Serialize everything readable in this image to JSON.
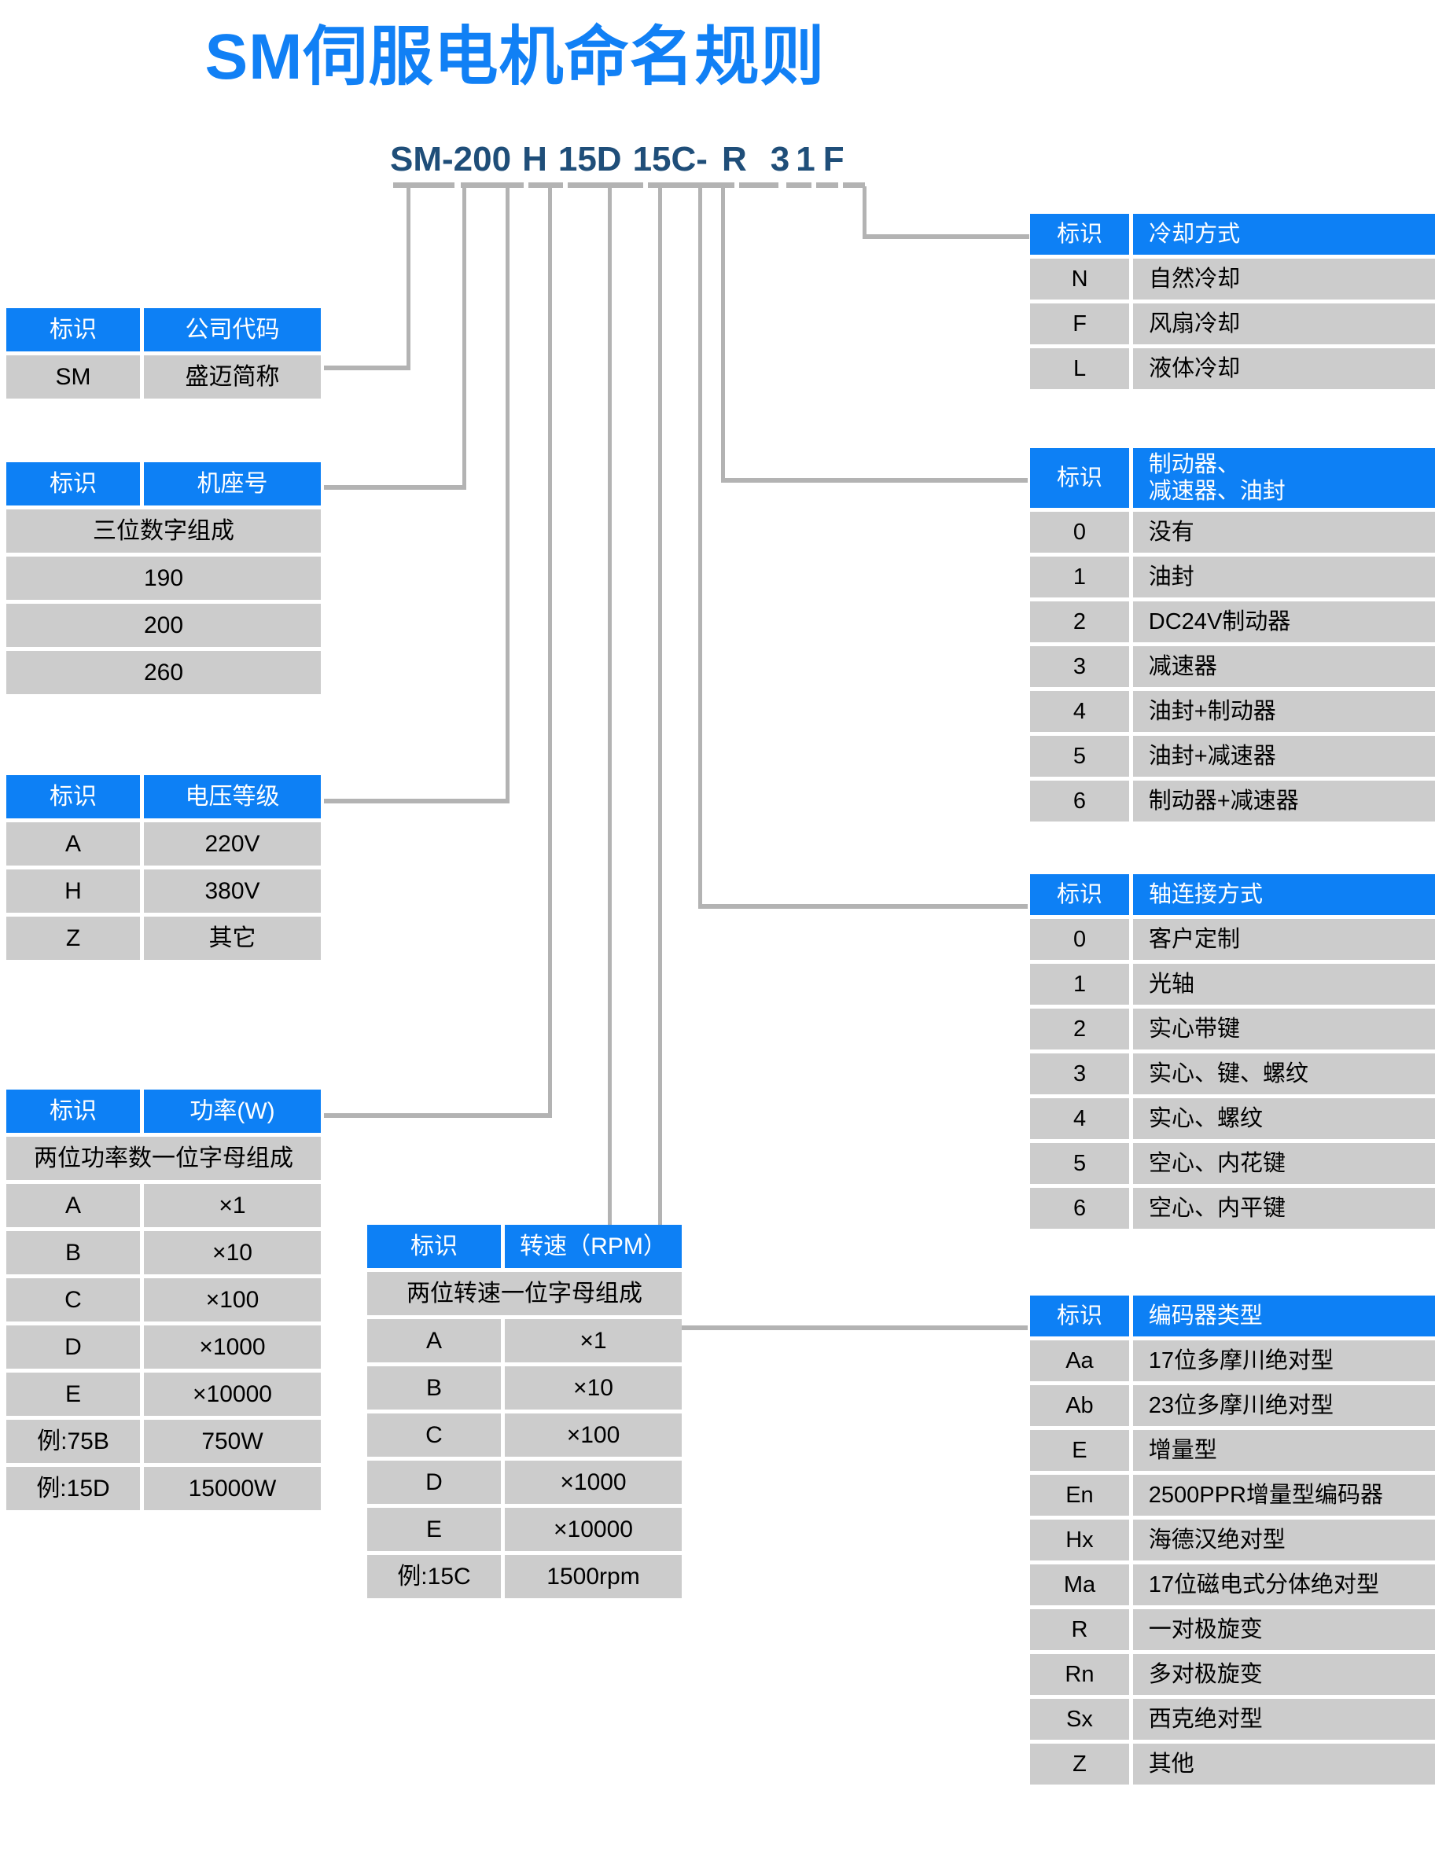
{
  "title": "SM伺服电机命名规则",
  "model_code": {
    "segments": [
      "SM-200",
      "H",
      "15D",
      "15C-",
      "R",
      "3",
      "1",
      "F"
    ],
    "full": "SM-200 H 15D 15C- R 3 1 F"
  },
  "colors": {
    "brand_blue": "#0d80f5",
    "title_blue": "#1180f5",
    "code_navy": "#1f4e79",
    "cell_gray": "#cccccc",
    "line_gray": "#b3b3b3"
  },
  "label_header": "标识",
  "tables": {
    "company_code": {
      "headers": [
        "标识",
        "公司代码"
      ],
      "rows": [
        [
          "SM",
          "盛迈简称"
        ]
      ]
    },
    "frame_number": {
      "headers": [
        "标识",
        "机座号"
      ],
      "note": "三位数字组成",
      "rows": [
        [
          "190"
        ],
        [
          "200"
        ],
        [
          "260"
        ]
      ]
    },
    "voltage_class": {
      "headers": [
        "标识",
        "电压等级"
      ],
      "rows": [
        [
          "A",
          "220V"
        ],
        [
          "H",
          "380V"
        ],
        [
          "Z",
          "其它"
        ]
      ]
    },
    "power": {
      "headers": [
        "标识",
        "功率(W)"
      ],
      "note": "两位功率数一位字母组成",
      "rows": [
        [
          "A",
          "×1"
        ],
        [
          "B",
          "×10"
        ],
        [
          "C",
          "×100"
        ],
        [
          "D",
          "×1000"
        ],
        [
          "E",
          "×10000"
        ],
        [
          "例:75B",
          "750W"
        ],
        [
          "例:15D",
          "15000W"
        ]
      ]
    },
    "speed": {
      "headers": [
        "标识",
        "转速（RPM）"
      ],
      "note": "两位转速一位字母组成",
      "rows": [
        [
          "A",
          "×1"
        ],
        [
          "B",
          "×10"
        ],
        [
          "C",
          "×100"
        ],
        [
          "D",
          "×1000"
        ],
        [
          "E",
          "×10000"
        ],
        [
          "例:15C",
          "1500rpm"
        ]
      ]
    },
    "cooling": {
      "headers": [
        "标识",
        "冷却方式"
      ],
      "rows": [
        [
          "N",
          "自然冷却"
        ],
        [
          "F",
          "风扇冷却"
        ],
        [
          "L",
          "液体冷却"
        ]
      ]
    },
    "brake_reducer_seal": {
      "headers": [
        "标识",
        "制动器、\n减速器、油封"
      ],
      "header_line1": "制动器、",
      "header_line2": "减速器、油封",
      "rows": [
        [
          "0",
          "没有"
        ],
        [
          "1",
          "油封"
        ],
        [
          "2",
          "DC24V制动器"
        ],
        [
          "3",
          "减速器"
        ],
        [
          "4",
          "油封+制动器"
        ],
        [
          "5",
          "油封+减速器"
        ],
        [
          "6",
          "制动器+减速器"
        ]
      ]
    },
    "shaft_connection": {
      "headers": [
        "标识",
        "轴连接方式"
      ],
      "rows": [
        [
          "0",
          "客户定制"
        ],
        [
          "1",
          "光轴"
        ],
        [
          "2",
          "实心带键"
        ],
        [
          "3",
          "实心、键、螺纹"
        ],
        [
          "4",
          "实心、螺纹"
        ],
        [
          "5",
          "空心、内花键"
        ],
        [
          "6",
          "空心、内平键"
        ]
      ]
    },
    "encoder_type": {
      "headers": [
        "标识",
        "编码器类型"
      ],
      "rows": [
        [
          "Aa",
          "17位多摩川绝对型"
        ],
        [
          "Ab",
          "23位多摩川绝对型"
        ],
        [
          "E",
          "增量型"
        ],
        [
          "En",
          "2500PPR增量型编码器"
        ],
        [
          "Hx",
          "海德汉绝对型"
        ],
        [
          "Ma",
          "17位磁电式分体绝对型"
        ],
        [
          "R",
          "一对极旋变"
        ],
        [
          "Rn",
          "多对极旋变"
        ],
        [
          "Sx",
          "西克绝对型"
        ],
        [
          "Z",
          "其他"
        ]
      ]
    }
  }
}
